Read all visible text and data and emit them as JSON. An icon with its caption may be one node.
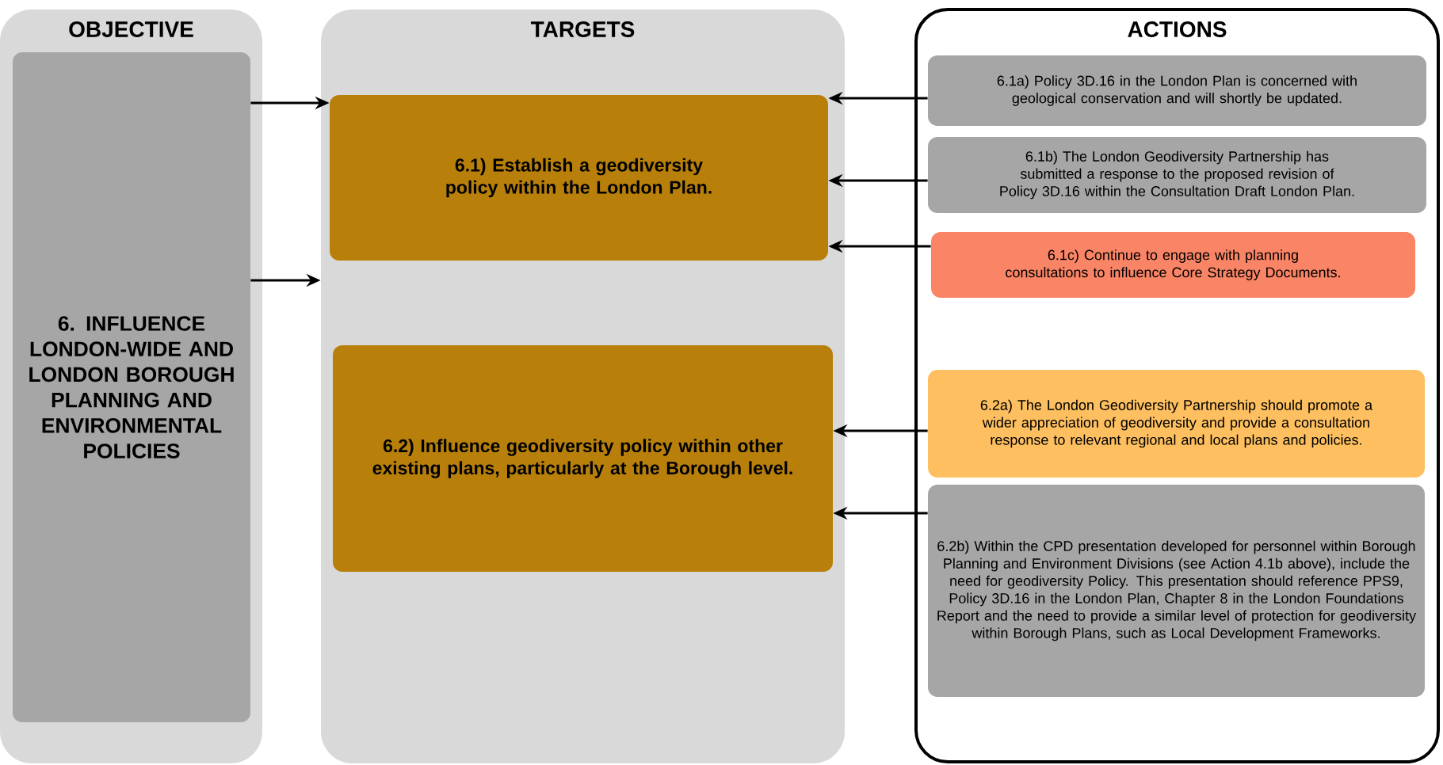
{
  "diagram": {
    "nodes": [
      {
        "text": [
          "OBJECTIVE"
        ]
      },
      {
        "text": [
          "6. INFLUENCE LONDON-WIDE AND LONDON BOROUGH PLANNING AND ENVIRONMENTAL POLICIES"
        ],
        "in": 0
      },
      {
        "text": [
          "TARGETS"
        ]
      },
      {
        "text": [
          "6.1) Establish a geodiversity policy within the London Plan."
        ],
        "in": 2
      },
      {
        "text": [
          "6.2) Influence geodiversity policy within other existing plans, particularly at the Borough level."
        ],
        "in": 2
      },
      {
        "text": [
          "ACTIONS"
        ]
      },
      {
        "text": [
          "6.1a) Policy 3D.16 in the London Plan is concerned with geological conservation and will shortly be updated."
        ],
        "in": 5
      },
      {
        "text": [
          "6.1b) The London Geodiversity Partnership has submitted a response to the proposed revision of Policy 3D.16 within the Consultation Draft London Plan."
        ],
        "in": 5
      },
      {
        "text": [
          "6.1c) Continue to engage with planning consultations to influence Core Strategy Documents."
        ],
        "in": 5
      },
      {
        "text": [
          "6.2a) The London Geodiversity Partnership should promote a wider appreciation of geodiversity and provide a consultation response to relevant regional and local plans and policies."
        ],
        "in": 5
      },
      {
        "text": [
          "6.2b) Within the CPD presentation developed for personnel within Borough Planning and Environment Divisions (see Action 4.1b above), include the need for geodiversity Policy. This presentation should reference PPS9, Policy 3D.16 in the London Plan, Chapter 8 in the London Foundations Report and the need to provide a similar level of protection for geodiversity within Borough Plans, such as Local Development Frameworks."
        ],
        "in": 5
      }
    ],
    "edges": [
      {
        "from": 1,
        "to": 3,
        "arrow": "to"
      },
      {
        "from": 1,
        "to": 2,
        "arrow": "to"
      },
      {
        "from": 6,
        "to": 3,
        "arrow": "to"
      },
      {
        "from": 7,
        "to": 3,
        "arrow": "to"
      },
      {
        "from": 8,
        "to": 3,
        "arrow": "to"
      },
      {
        "from": 9,
        "to": 4,
        "arrow": "to"
      },
      {
        "from": 10,
        "to": 4,
        "arrow": "to"
      }
    ]
  }
}
